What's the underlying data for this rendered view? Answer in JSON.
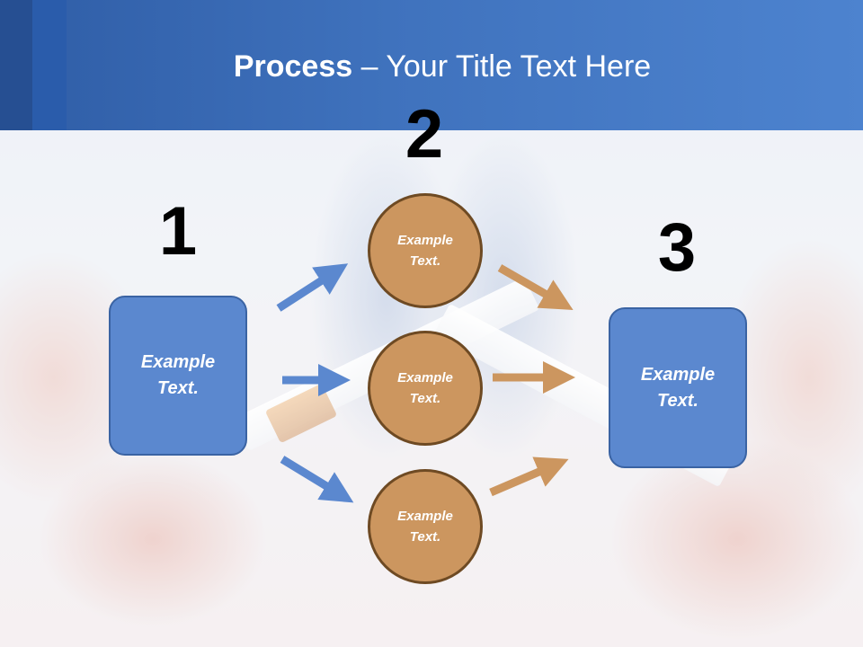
{
  "slide": {
    "title_bold": "Process",
    "title_rest": " – Your Title Text Here"
  },
  "steps": {
    "one": "1",
    "two": "2",
    "three": "3"
  },
  "left_box": {
    "line1": "Example",
    "line2": "Text."
  },
  "circles": [
    {
      "line1": "Example",
      "line2": "Text."
    },
    {
      "line1": "Example",
      "line2": "Text."
    },
    {
      "line1": "Example",
      "line2": "Text."
    }
  ],
  "right_box": {
    "line1": "Example",
    "line2": "Text."
  },
  "colors": {
    "title_bar": "#3f72bd",
    "blue_box": "#5b88cf",
    "circle_fill": "#cc965f",
    "blue_arrow": "#5b88cf",
    "orange_arrow": "#cc965f"
  }
}
